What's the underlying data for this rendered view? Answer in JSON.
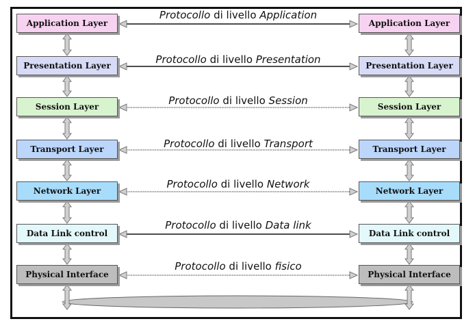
{
  "layers": [
    {
      "left_label": "Application Layer",
      "right_label": "Application Layer",
      "proto_prefix": "Protocollo",
      "proto_middle": " di livello ",
      "proto_suffix": "Application",
      "fill": "#f7d3f1",
      "link": "solid"
    },
    {
      "left_label": "Presentation Layer",
      "right_label": "Presentation Layer",
      "proto_prefix": "Protocollo",
      "proto_middle": " di livello ",
      "proto_suffix": "Presentation",
      "fill": "#d7dbf6",
      "link": "solid"
    },
    {
      "left_label": "Session Layer",
      "right_label": "Session Layer",
      "proto_prefix": "Protocollo",
      "proto_middle": " di livello ",
      "proto_suffix": "Session",
      "fill": "#d8f4cf",
      "link": "dotted"
    },
    {
      "left_label": "Transport Layer",
      "right_label": "Transport Layer",
      "proto_prefix": "Protocollo",
      "proto_middle": " di livello ",
      "proto_suffix": "Transport",
      "fill": "#bcd6fb",
      "link": "dotted"
    },
    {
      "left_label": "Network Layer",
      "right_label": "Network Layer",
      "proto_prefix": "Protocollo",
      "proto_middle": " di livello ",
      "proto_suffix": "Network",
      "fill": "#a8dcfb",
      "link": "dotted"
    },
    {
      "left_label": "Data Link control",
      "right_label": "Data Link control",
      "proto_prefix": "Protocollo",
      "proto_middle": " di livello ",
      "proto_suffix": "Data link",
      "fill": "#e3f8fb",
      "link": "solid"
    },
    {
      "left_label": "Physical Interface",
      "right_label": "Physical Interface",
      "proto_prefix": "Protocollo",
      "proto_middle": " di livello ",
      "proto_suffix": "fisico",
      "fill": "#bdbdbd",
      "link": "dotted"
    }
  ],
  "colors": {
    "border": "#111111",
    "arrow_fill": "#d0d0d0",
    "arrow_stroke": "#777777",
    "medium_fill": "#c8c8c8"
  }
}
